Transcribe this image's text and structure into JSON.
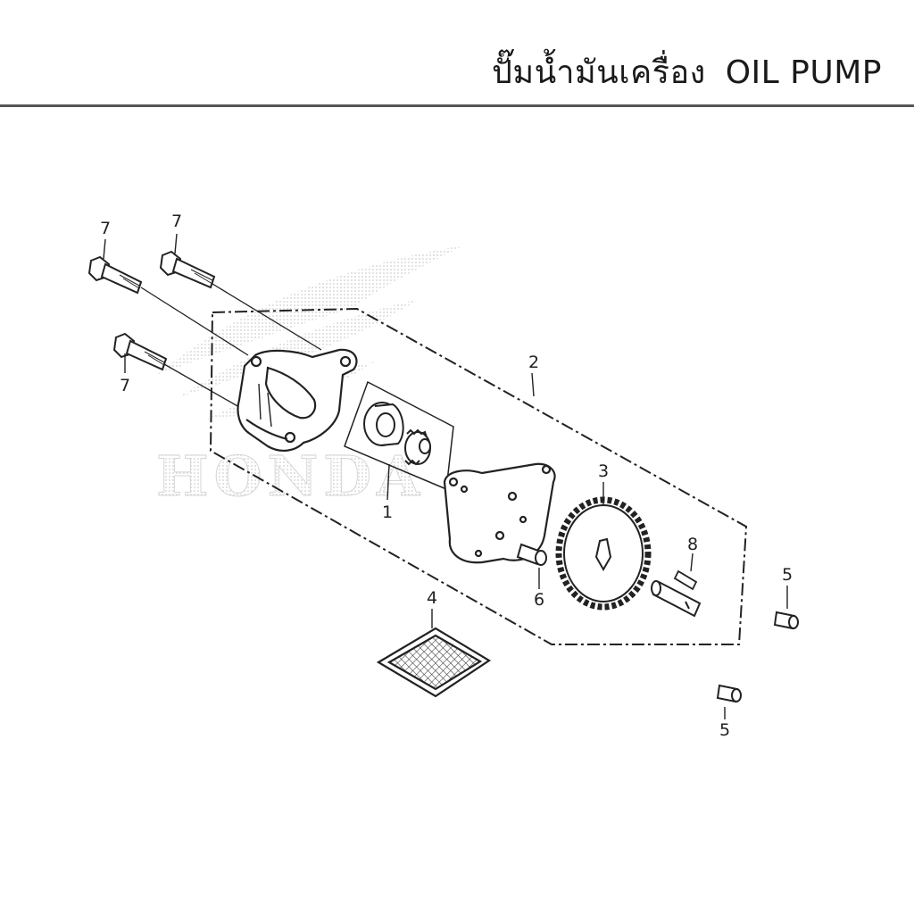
{
  "header": {
    "title_thai": "ปั๊มน้ำมันเครื่อง",
    "title_en": "OIL PUMP"
  },
  "watermark": {
    "text": "HONDA"
  },
  "diagram": {
    "callouts": {
      "c1": "1",
      "c2": "2",
      "c3": "3",
      "c4": "4",
      "c5a": "5",
      "c5b": "5",
      "c6": "6",
      "c7a": "7",
      "c7b": "7",
      "c7c": "7",
      "c8": "8"
    }
  }
}
